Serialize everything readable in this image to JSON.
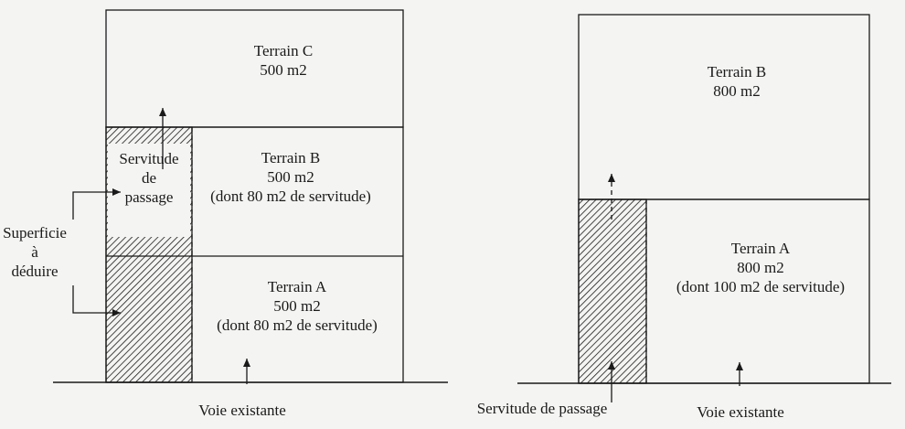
{
  "left_diagram": {
    "terrain_c": {
      "name": "Terrain C",
      "area": "500 m2"
    },
    "terrain_b": {
      "name": "Terrain B",
      "area": "500 m2",
      "note": "(dont 80 m2 de servitude)"
    },
    "terrain_a": {
      "name": "Terrain A",
      "area": "500 m2",
      "note": "(dont 80 m2 de servitude)"
    },
    "servitude_label": [
      "Servitude",
      "de",
      "passage"
    ],
    "superficie_label": [
      "Superficie",
      "à",
      "déduire"
    ],
    "road_label": "Voie existante"
  },
  "right_diagram": {
    "terrain_b": {
      "name": "Terrain B",
      "area": "800 m2"
    },
    "terrain_a": {
      "name": "Terrain A",
      "area": "800 m2",
      "note": "(dont 100 m2 de servitude)"
    },
    "servitude_label": "Servitude de passage",
    "road_label": "Voie existante"
  },
  "colors": {
    "ink": "#1a1a1a",
    "paper": "#f4f4f2"
  }
}
